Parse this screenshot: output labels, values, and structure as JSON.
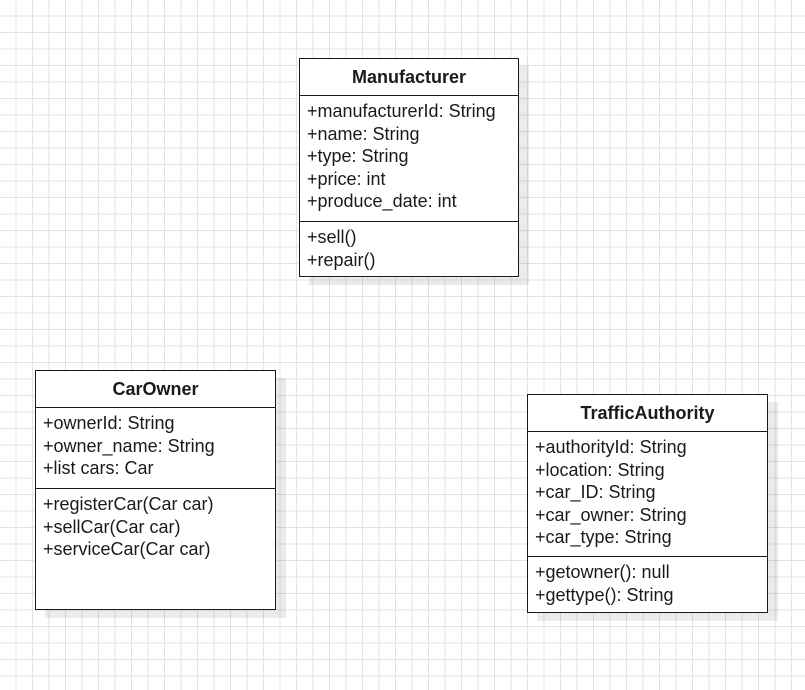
{
  "classes": {
    "manufacturer": {
      "name": "Manufacturer",
      "attributes": [
        "+manufacturerId: String",
        "+name: String",
        "+type: String",
        "+price: int",
        "+produce_date: int"
      ],
      "methods": [
        "+sell()",
        "+repair()"
      ]
    },
    "carowner": {
      "name": "CarOwner",
      "attributes": [
        "+ownerId: String",
        "+owner_name: String",
        "+list cars: Car"
      ],
      "methods": [
        "+registerCar(Car car)",
        "+sellCar(Car car)",
        "+serviceCar(Car car)"
      ]
    },
    "trafficauthority": {
      "name": "TrafficAuthority",
      "attributes": [
        "+authorityId: String",
        "+location: String",
        "+car_ID: String",
        "+car_owner: String",
        "+car_type: String"
      ],
      "methods": [
        "+getowner(): null",
        "+gettype(): String"
      ]
    }
  }
}
